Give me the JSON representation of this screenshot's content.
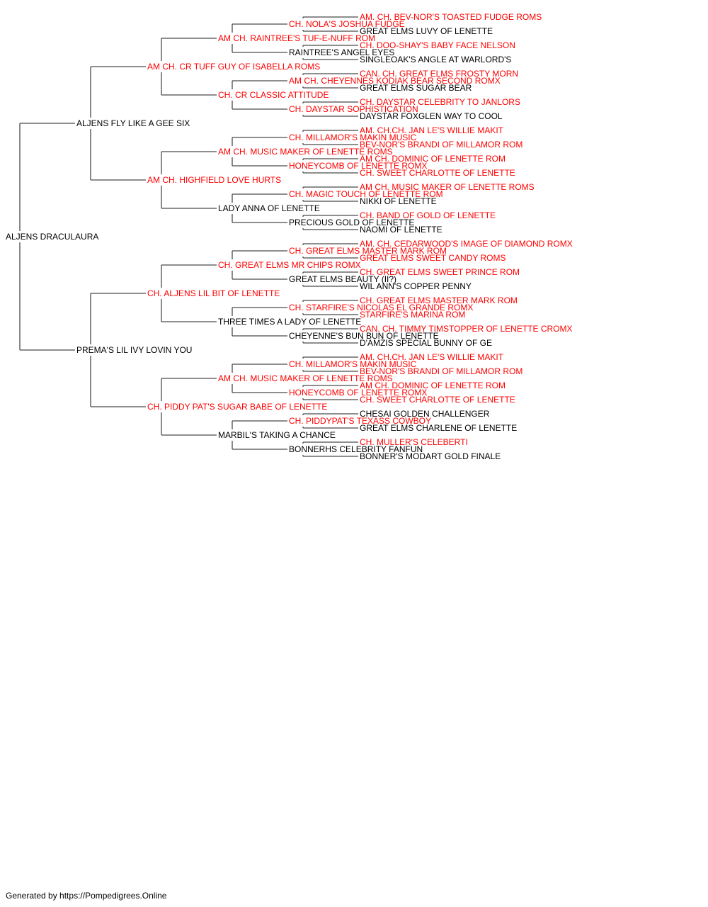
{
  "colors": {
    "champion": "#ff0000",
    "regular": "#000000",
    "lines": "#4a4a4a"
  },
  "pedigree": {
    "name": "ALJENS DRACULAURA",
    "sire": {
      "name": "ALJENS FLY LIKE A GEE SIX",
      "sire": {
        "name": "AM CH. CR TUFF GUY OF ISABELLA ROMS",
        "champion": true,
        "sire": {
          "name": "AM CH. RAINTREE'S TUF-E-NUFF ROM",
          "champion": true,
          "sire": {
            "name": "CH. NOLA'S JOSHUA FUDGE",
            "champion": true,
            "sire": {
              "name": "AM. CH. BEV-NOR'S TOASTED FUDGE ROMS",
              "champion": true
            },
            "dam": {
              "name": "GREAT ELMS LUVY OF LENETTE"
            }
          },
          "dam": {
            "name": "RAINTREE'S ANGEL EYES",
            "sire": {
              "name": "CH. DOO-SHAY'S BABY FACE NELSON",
              "champion": true
            },
            "dam": {
              "name": "SINGLEOAK'S ANGLE AT WARLORD'S"
            }
          }
        },
        "dam": {
          "name": "CH. CR CLASSIC ATTITUDE",
          "champion": true,
          "sire": {
            "name": "AM CH. CHEYENNES KODIAK BEAR SECOND ROMX",
            "champion": true,
            "sire": {
              "name": "CAN. CH. GREAT ELMS FROSTY MORN",
              "champion": true
            },
            "dam": {
              "name": "GREAT ELMS SUGAR BEAR"
            }
          },
          "dam": {
            "name": "CH. DAYSTAR SOPHISTICATION",
            "champion": true,
            "sire": {
              "name": "CH. DAYSTAR CELEBRITY TO JANLORS",
              "champion": true
            },
            "dam": {
              "name": "DAYSTAR FOXGLEN WAY TO COOL"
            }
          }
        }
      },
      "dam": {
        "name": "AM CH. HIGHFIELD LOVE HURTS",
        "champion": true,
        "sire": {
          "name": "AM CH. MUSIC MAKER OF LENETTE ROMS",
          "champion": true,
          "sire": {
            "name": "CH. MILLAMOR'S MAKIN MUSIC",
            "champion": true,
            "sire": {
              "name": "AM. CH.CH. JAN LE'S WILLIE MAKIT",
              "champion": true
            },
            "dam": {
              "name": "BEV-NOR'S BRANDI OF MILLAMOR ROM",
              "champion": true
            }
          },
          "dam": {
            "name": "HONEYCOMB OF LENETTE ROMX",
            "champion": true,
            "sire": {
              "name": "AM CH. DOMINIC OF LENETTE ROM",
              "champion": true
            },
            "dam": {
              "name": "CH. SWEET CHARLOTTE OF LENETTE",
              "champion": true
            }
          }
        },
        "dam": {
          "name": "LADY ANNA OF LENETTE",
          "sire": {
            "name": "CH. MAGIC TOUCH OF LENETTE ROM",
            "champion": true,
            "sire": {
              "name": "AM CH. MUSIC MAKER OF LENETTE ROMS",
              "champion": true
            },
            "dam": {
              "name": "NIKKI OF LENETTE"
            }
          },
          "dam": {
            "name": "PRECIOUS GOLD OF LENETTE",
            "sire": {
              "name": "CH. BAND OF GOLD OF LENETTE",
              "champion": true
            },
            "dam": {
              "name": "NAOMI OF LENETTE"
            }
          }
        }
      }
    },
    "dam": {
      "name": "PREMA'S LIL IVY LOVIN YOU",
      "sire": {
        "name": "CH. ALJENS LIL BIT OF LENETTE",
        "champion": true,
        "sire": {
          "name": "CH. GREAT ELMS MR CHIPS ROMX",
          "champion": true,
          "sire": {
            "name": "CH. GREAT ELMS MASTER MARK ROM",
            "champion": true,
            "sire": {
              "name": "AM. CH. CEDARWOOD'S IMAGE OF DIAMOND ROMX",
              "champion": true
            },
            "dam": {
              "name": "GREAT ELMS SWEET CANDY ROMS",
              "champion": true
            }
          },
          "dam": {
            "name": "GREAT ELMS BEAUTY (II?)",
            "sire": {
              "name": "CH. GREAT ELMS SWEET PRINCE ROM",
              "champion": true
            },
            "dam": {
              "name": "WIL ANN'S COPPER PENNY"
            }
          }
        },
        "dam": {
          "name": "THREE TIMES A LADY OF LENETTE",
          "sire": {
            "name": "CH. STARFIRE'S NICOLAS EL GRANDE ROMX",
            "champion": true,
            "sire": {
              "name": "CH. GREAT ELMS MASTER MARK ROM",
              "champion": true
            },
            "dam": {
              "name": "STARFIRE'S MARINA ROM",
              "champion": true
            }
          },
          "dam": {
            "name": "CHEYENNE'S BUN BUN OF LENETTE",
            "sire": {
              "name": "CAN. CH. TIMMY TIMSTOPPER OF LENETTE CROMX",
              "champion": true
            },
            "dam": {
              "name": "D'AMZIS SPECIAL BUNNY OF GE"
            }
          }
        }
      },
      "dam": {
        "name": "CH. PIDDY PAT'S SUGAR BABE OF LENETTE",
        "champion": true,
        "sire": {
          "name": "AM CH. MUSIC MAKER OF LENETTE ROMS",
          "champion": true,
          "sire": {
            "name": "CH. MILLAMOR'S MAKIN MUSIC",
            "champion": true,
            "sire": {
              "name": "AM. CH.CH. JAN LE'S WILLIE MAKIT",
              "champion": true
            },
            "dam": {
              "name": "BEV-NOR'S BRANDI OF MILLAMOR ROM",
              "champion": true
            }
          },
          "dam": {
            "name": "HONEYCOMB OF LENETTE ROMX",
            "champion": true,
            "sire": {
              "name": "AM CH. DOMINIC OF LENETTE ROM",
              "champion": true
            },
            "dam": {
              "name": "CH. SWEET CHARLOTTE OF LENETTE",
              "champion": true
            }
          }
        },
        "dam": {
          "name": "MARBIL'S TAKING A CHANCE",
          "sire": {
            "name": "CH. PIDDYPAT'S TEXASS COWBOY",
            "champion": true,
            "sire": {
              "name": "CHESAI GOLDEN CHALLENGER"
            },
            "dam": {
              "name": "GREAT ELMS CHARLENE OF LENETTE"
            }
          },
          "dam": {
            "name": "BONNERHS CELEBRITY FANFUN",
            "sire": {
              "name": "CH. MULLER'S CELEBERTI",
              "champion": true
            },
            "dam": {
              "name": "BONNER'S MODART GOLD FINALE"
            }
          }
        }
      }
    }
  },
  "footer": {
    "text": "Generated by https://Pompedigrees.Online"
  }
}
